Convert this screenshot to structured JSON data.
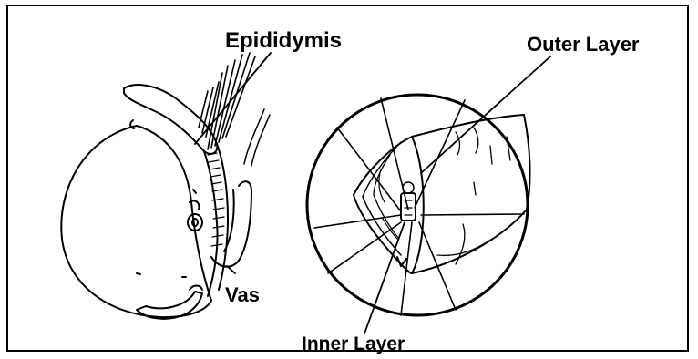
{
  "labels": {
    "epididymis": "Epididymis",
    "outer_layer": "Outer Layer",
    "vas": "Vas",
    "inner_layer": "Inner Layer"
  },
  "colors": {
    "ink": "#000000",
    "paper": "#ffffff"
  }
}
